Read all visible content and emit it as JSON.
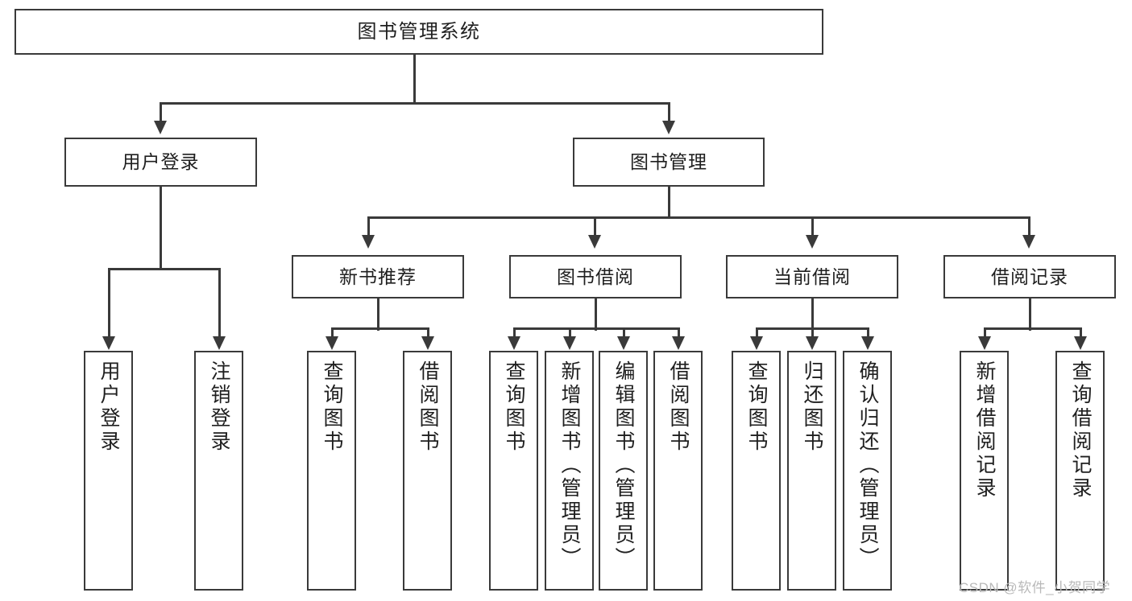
{
  "diagram": {
    "type": "tree-hierarchy",
    "title": "图书管理系统",
    "root": {
      "label": "图书管理系统"
    },
    "level2": [
      {
        "id": "user-login",
        "label": "用户登录"
      },
      {
        "id": "book-management",
        "label": "图书管理"
      }
    ],
    "level3": [
      {
        "id": "new-book-recommend",
        "label": "新书推荐",
        "parent": "book-management"
      },
      {
        "id": "book-borrow",
        "label": "图书借阅",
        "parent": "book-management"
      },
      {
        "id": "current-borrow",
        "label": "当前借阅",
        "parent": "book-management"
      },
      {
        "id": "borrow-record",
        "label": "借阅记录",
        "parent": "book-management"
      }
    ],
    "leaves": {
      "user-login": [
        {
          "id": "leaf-user-login",
          "label": "用户登录"
        },
        {
          "id": "leaf-logout-login",
          "label": "注销登录"
        }
      ],
      "new-book-recommend": [
        {
          "id": "leaf-query-book-1",
          "label": "查询图书"
        },
        {
          "id": "leaf-borrow-book-1",
          "label": "借阅图书"
        }
      ],
      "book-borrow": [
        {
          "id": "leaf-query-book-2",
          "label": "查询图书"
        },
        {
          "id": "leaf-add-book",
          "label": "新增图书（管理员）"
        },
        {
          "id": "leaf-edit-book",
          "label": "编辑图书（管理员）"
        },
        {
          "id": "leaf-borrow-book-2",
          "label": "借阅图书"
        }
      ],
      "current-borrow": [
        {
          "id": "leaf-query-book-3",
          "label": "查询图书"
        },
        {
          "id": "leaf-return-book",
          "label": "归还图书"
        },
        {
          "id": "leaf-confirm-return",
          "label": "确认归还（管理员）"
        }
      ],
      "borrow-record": [
        {
          "id": "leaf-add-record",
          "label": "新增借阅记录"
        },
        {
          "id": "leaf-query-record",
          "label": "查询借阅记录"
        }
      ]
    }
  },
  "watermark": {
    "text": "CSDN @软件_小贺同学"
  },
  "colors": {
    "background": "#ffffff",
    "box_border": "#3a3a3a",
    "box_fill": "#ffffff",
    "connector": "#3a3a3a",
    "text": "#1f1f1f",
    "watermark": "#b9b9b9"
  }
}
